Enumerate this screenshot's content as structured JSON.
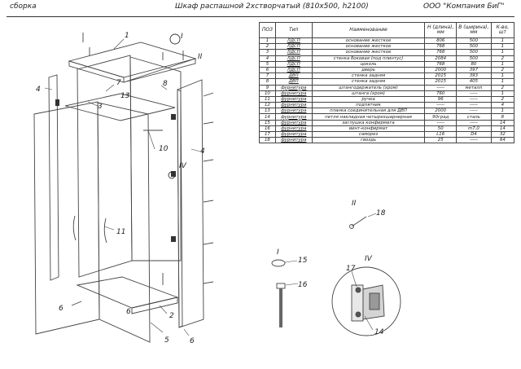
{
  "header": {
    "left": "сборка",
    "center": "Шкаф распашной 2хстворчатый  (810x500, h2100)",
    "right": "ООО \"Компания БиГ\""
  },
  "table": {
    "columns": [
      "ПОЗ",
      "Тип",
      "Наименование",
      "Н (длина), мм",
      "В (ширина), мм",
      "К-во, шт"
    ],
    "rows": [
      [
        "1",
        "ЛДСП",
        "основание жесткое",
        "806",
        "500",
        "1"
      ],
      [
        "2",
        "ЛДСП",
        "основание жесткое",
        "768",
        "500",
        "1"
      ],
      [
        "3",
        "ЛДСП",
        "основание жесткое",
        "768",
        "500",
        "1"
      ],
      [
        "4",
        "ЛДСП",
        "стенка боковая (под плинтус)",
        "2084",
        "500",
        "2"
      ],
      [
        "5",
        "ЛДСП",
        "цоколь",
        "768",
        "80",
        "1"
      ],
      [
        "6",
        "ЛДСП",
        "дверь",
        "2000",
        "397",
        "2"
      ],
      [
        "7",
        "ДВП",
        "стенка задняя",
        "2015",
        "393",
        "1"
      ],
      [
        "8",
        "ДВП",
        "стенка задняя",
        "2015",
        "405",
        "1"
      ],
      [
        "9",
        "фурнитура",
        "штангодержатель (хром)",
        "-----",
        "металл",
        "2"
      ],
      [
        "10",
        "фурнитура",
        "штанга (хром)",
        "760",
        "-----",
        "1"
      ],
      [
        "11",
        "фурнитура",
        "ручка",
        "96",
        "-----",
        "2"
      ],
      [
        "12",
        "фурнитура",
        "подпятник",
        "-----",
        "-----",
        "4"
      ],
      [
        "13",
        "фурнитура",
        "планка соединительная для ДВП",
        "2000",
        "-----",
        "1"
      ],
      [
        "14",
        "фурнитура",
        "петля накладная четырехшарнирная",
        "90град",
        "сталь",
        "8"
      ],
      [
        "15",
        "фурнитура",
        "заглушка конфирмата",
        "-----",
        "-----",
        "14"
      ],
      [
        "16",
        "фурнитура",
        "винт-конфирмат",
        "50",
        "m7,0",
        "14"
      ],
      [
        "17",
        "фурнитура",
        "саморез",
        "L16",
        "D4",
        "32"
      ],
      [
        "18",
        "фурнитура",
        "гвоздь",
        "25",
        "-----",
        "64"
      ]
    ]
  },
  "callouts": {
    "p1": "1",
    "p2": "2",
    "p3": "3",
    "p4a": "4",
    "p4b": "4",
    "p5": "5",
    "p6a": "6",
    "p6b": "6",
    "p6c": "6",
    "p7": "7",
    "p8": "8",
    "p10": "10",
    "p11": "11",
    "p13": "13",
    "romI": "I",
    "romII": "II",
    "romIV": "IV",
    "detII": "II",
    "det18": "18",
    "detI": "I",
    "det15": "15",
    "det16": "16",
    "detIV": "IV",
    "det17": "17",
    "det14": "14"
  }
}
